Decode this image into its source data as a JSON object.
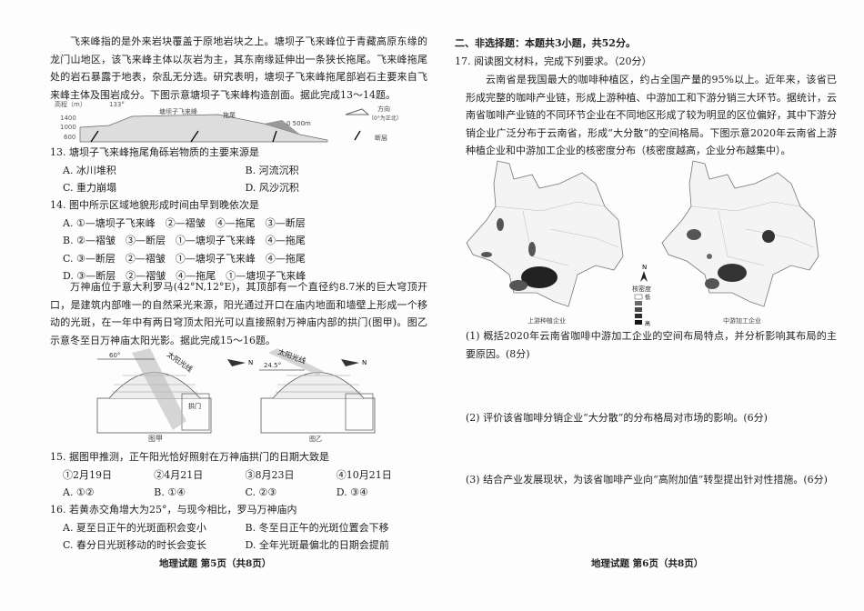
{
  "left": {
    "passage1": "飞来峰指的是外来岩块覆盖于原地岩块之上。塘坝子飞来峰位于青藏高原东缘的龙门山地区，该飞来峰主体以灰岩为主，其东南缘延伸出一条狭长拖尾。飞来峰拖尾处的岩石暴露于地表，杂乱无分选。研究表明，塘坝子飞来峰拖尾部岩石主要来自飞来峰主体及围岩成分。下图示意塘坝子飞来峰构造剖面。据此完成13～14题。",
    "profile": {
      "ylabel": "高程（m）",
      "ticks": [
        "1400",
        "1000",
        "600"
      ],
      "angle": "133°",
      "peak_label": "塘坝子飞来峰",
      "tail_label": "拖尾",
      "scale": "0  500m",
      "legend_direction": "方向",
      "legend_direction_note": "（0°为正北）",
      "legend_fault": "断层"
    },
    "q13": {
      "stem": "13. 塘坝子飞来峰拖尾角砾岩物质的主要来源是",
      "options": [
        "A. 冰川堆积",
        "B. 河流沉积",
        "C. 重力崩塌",
        "D. 风沙沉积"
      ]
    },
    "q14": {
      "stem": "14. 图中所示区域地貌形成时间由早到晚依次是",
      "options": [
        "A. ①—塘坝子飞来峰　②—褶皱　④—拖尾　③—断层",
        "B. ②—褶皱　③—断层　①—塘坝子飞来峰　④—拖尾",
        "C. ③—断层　②—褶皱　①—塘坝子飞来峰　④—拖尾",
        "D. ③—断层　②—褶皱　④—拖尾　①—塘坝子飞来峰"
      ]
    },
    "passage2": "万神庙位于意大利罗马(42°N,12°E)，其顶部有一个直径约8.7米的巨大穹顶开口，是建筑内部唯一的自然采光来源，阳光通过开口在庙内地面和墙壁上形成一个移动的光斑，在一年中有两日穹顶太阳光可以直接照射万神庙内部的拱门(图甲)。图乙示意冬至日万神庙太阳光影。据此完成15～16题。",
    "fig_a": {
      "angle": "60°",
      "ray": "太阳光线",
      "north": "N",
      "arch": "拱门",
      "caption": "图甲"
    },
    "fig_b": {
      "angle": "24.5°",
      "ray": "太阳光线",
      "north": "N",
      "caption": "图乙"
    },
    "q15": {
      "stem": "15. 据图甲推测，正午阳光恰好照射在万神庙拱门的日期大致是",
      "items": [
        "①2月19日",
        "②4月21日",
        "③8月23日",
        "④10月21日"
      ],
      "options": [
        "A. ①②",
        "B. ①④",
        "C. ②③",
        "D. ③④"
      ]
    },
    "q16": {
      "stem": "16. 若黄赤交角增大为25°，与现今相比，罗马万神庙内",
      "options": [
        "A. 夏至日正午的光斑面积会变小",
        "B. 冬至日正午的光斑位置会下移",
        "C. 春分日光斑移动的时长会变长",
        "D. 全年光斑最偏北的日期会提前"
      ]
    },
    "footer": "地理试题 第5页（共8页）"
  },
  "right": {
    "section": "二、非选择题：本题共3小题，共52分。",
    "q17_stem": "17. 阅读图文材料，完成下列要求。（20分）",
    "passage": "云南省是我国最大的咖啡种植区，约占全国产量的95%以上。近年来，该省已形成完整的咖啡产业链，形成上游种植、中游加工和下游分销三大环节。据统计，云南省咖啡产业链的不同环节企业在不同地区形成了较为明显的区位偏好，其中下游分销企业广泛分布于云南省，形成“大分散”的空间格局。下图示意2020年云南省上游种植企业和中游加工企业的核密度分布（核密度越高，企业分布越集中）。",
    "map_left_caption": "上游种植企业",
    "map_right_caption": "中游加工企业",
    "legend": {
      "title": "核密度",
      "low": "低",
      "high": "高",
      "north": "N",
      "colors": [
        "#ffffff",
        "#6a6a6a",
        "#4a4a4a",
        "#2e2e2e",
        "#141414"
      ]
    },
    "sub1": "(1) 概括2020年云南省咖啡中游加工企业的空间布局特点，并分析影响其布局的主要原因。(8分)",
    "sub2": "(2) 评价该省咖啡分销企业“大分散”的分布格局对市场的影响。(6分)",
    "sub3": "(3) 结合产业发展现状，为该省咖啡产业向“高附加值”转型提出针对性措施。(6分)",
    "footer": "地理试题 第6页（共8页）"
  }
}
